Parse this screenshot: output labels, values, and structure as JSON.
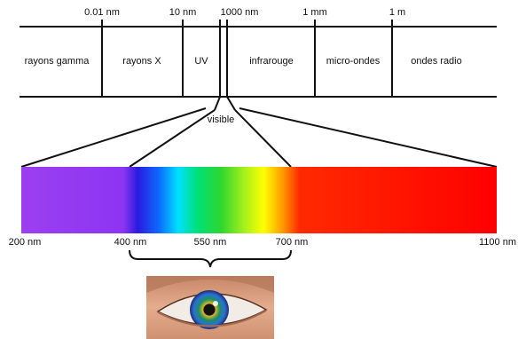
{
  "boundaries": [
    {
      "label": "0.01 nm"
    },
    {
      "label": "10 nm"
    },
    {
      "label": "1000 nm"
    },
    {
      "label": "1 mm"
    },
    {
      "label": "1 m"
    }
  ],
  "bands": [
    {
      "label": "rayons gamma"
    },
    {
      "label": "rayons X"
    },
    {
      "label": "UV"
    },
    {
      "label": "infrarouge"
    },
    {
      "label": "micro-ondes"
    },
    {
      "label": "ondes radio"
    }
  ],
  "visible_label": "visible",
  "spectrum_ticks": [
    {
      "label": "200 nm"
    },
    {
      "label": "400 nm"
    },
    {
      "label": "550 nm"
    },
    {
      "label": "700 nm"
    },
    {
      "label": "1100 nm"
    }
  ],
  "eye_image": {
    "icon": "eye-icon",
    "iris_colors": [
      "#1b8f63",
      "#2a6fd6",
      "#e0b52a",
      "#c93a7a",
      "#6a3fb5"
    ]
  }
}
